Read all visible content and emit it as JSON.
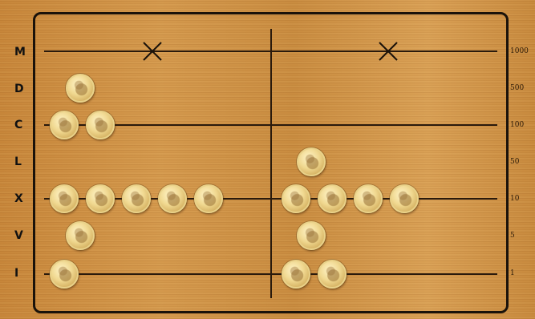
{
  "rows": [
    {
      "label": "M",
      "value": "1000"
    },
    {
      "label": "D",
      "value": "500"
    },
    {
      "label": "C",
      "value": "100"
    },
    {
      "label": "L",
      "value": "50"
    },
    {
      "label": "X",
      "value": "10"
    },
    {
      "label": "V",
      "value": "5"
    },
    {
      "label": "I",
      "value": "1"
    }
  ],
  "columns": {
    "left": {
      "M": 0,
      "D": 1,
      "C": 2,
      "L": 0,
      "X": 5,
      "V": 1,
      "I": 1
    },
    "right": {
      "M": 0,
      "D": 0,
      "C": 0,
      "L": 1,
      "X": 4,
      "V": 1,
      "I": 2
    }
  },
  "markers": [
    {
      "row": "M",
      "column": "left",
      "icon": "cross-icon"
    },
    {
      "row": "M",
      "column": "right",
      "icon": "cross-icon"
    }
  ],
  "colors": {
    "wood": "#c98a3e",
    "line": "#2a1a0c",
    "coin": "#f0d890"
  }
}
